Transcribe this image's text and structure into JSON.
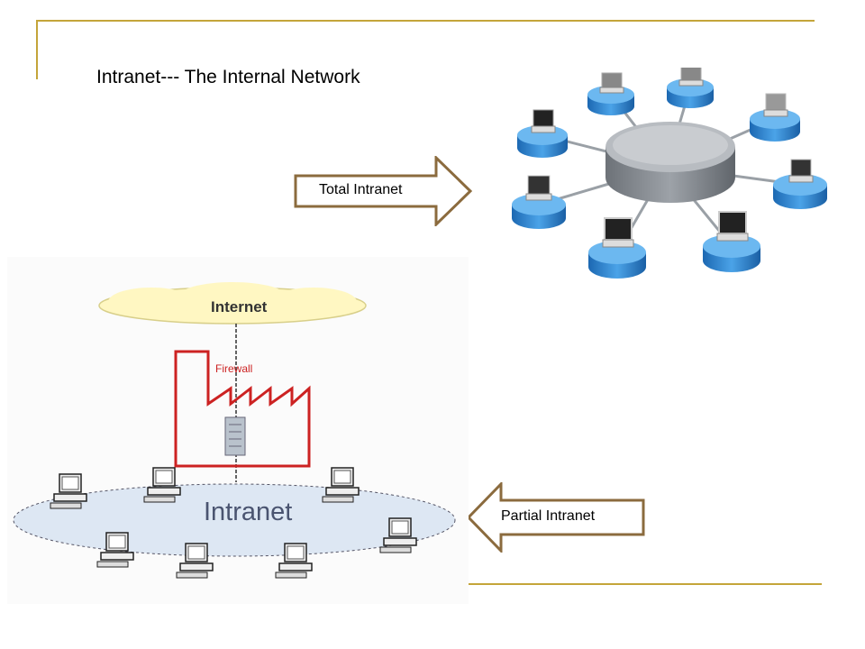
{
  "slide": {
    "title": "Intranet--- The Internal Network"
  },
  "arrows": {
    "total_label": "Total Intranet",
    "partial_label": "Partial Intranet"
  },
  "diagram": {
    "internet_label": "Internet",
    "firewall_label": "Firewall",
    "intranet_label": "Intranet"
  },
  "colors": {
    "accent_line": "#c4a53a",
    "arrow_stroke": "#8b6b3e",
    "firewall_red": "#cc2222",
    "cloud_fill": "#fff7c2",
    "intranet_fill": "#dde7f3",
    "node_blue": "#2f86d0",
    "hub_gray": "#8a8f96"
  }
}
